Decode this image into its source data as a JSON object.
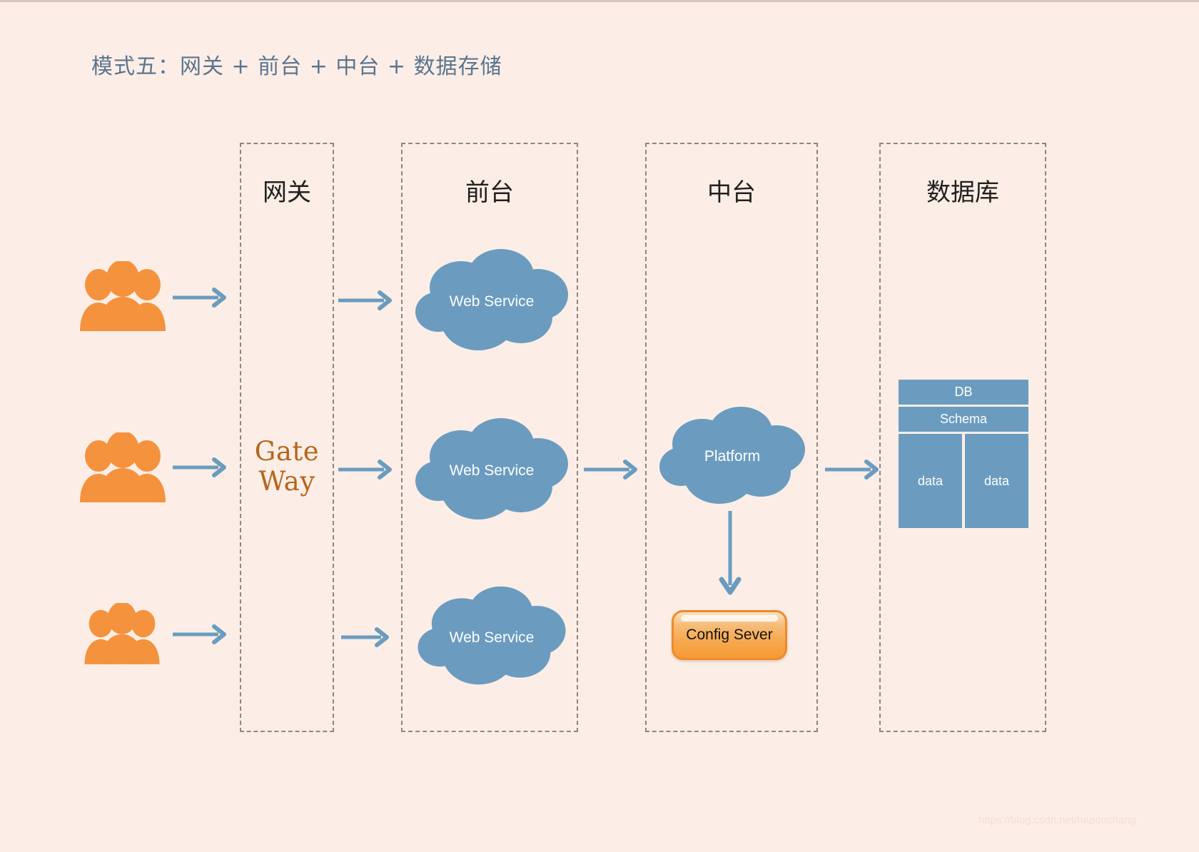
{
  "page": {
    "title": "模式五：网关 + 前台 + 中台 + 数据存储",
    "background_color": "#fceee6",
    "title_color": "#5b7590",
    "watermark": "https://blog.csdn.net/haponchang"
  },
  "lanes": [
    {
      "id": "gateway",
      "title": "网关"
    },
    {
      "id": "frontend",
      "title": "前台"
    },
    {
      "id": "middle",
      "title": "中台"
    },
    {
      "id": "database",
      "title": "数据库"
    }
  ],
  "gateway": {
    "label_line1": "Gate",
    "label_line2": "Way",
    "color": "#b5651d"
  },
  "users": [
    {
      "name": "user-group-top",
      "icon": "people-icon"
    },
    {
      "name": "user-group-middle",
      "icon": "people-icon"
    },
    {
      "name": "user-group-bottom",
      "icon": "people-icon"
    }
  ],
  "services": {
    "color": "#6b9cc0",
    "clouds": [
      {
        "id": "web-service-1",
        "label": "Web Service"
      },
      {
        "id": "web-service-2",
        "label": "Web Service"
      },
      {
        "id": "web-service-3",
        "label": "Web Service"
      },
      {
        "id": "platform",
        "label": "Platform"
      }
    ]
  },
  "config_server": {
    "label": "Config Sever",
    "border_color": "#f08a2b",
    "text_color": "#111111"
  },
  "database": {
    "header": "DB",
    "schema": "Schema",
    "cells": [
      "data",
      "data"
    ],
    "color": "#6b9cc0"
  },
  "colors": {
    "accent_orange": "#f5923e",
    "accent_blue": "#6b9cc0",
    "arrow_blue": "#6b9cc0",
    "lane_border": "#8d8781"
  }
}
